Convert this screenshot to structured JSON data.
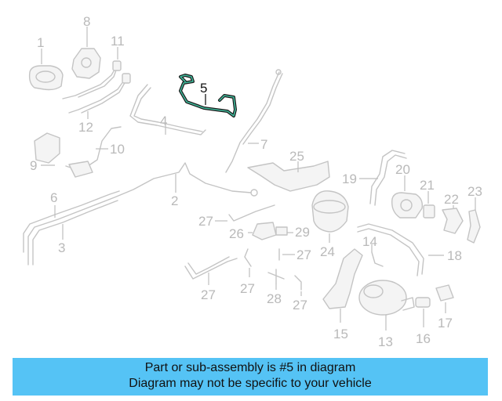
{
  "diagram": {
    "highlighted_part": "5",
    "labels": {
      "l1": "1",
      "l2": "2",
      "l3": "3",
      "l4": "4",
      "l5": "5",
      "l6": "6",
      "l7": "7",
      "l8": "8",
      "l9": "9",
      "l10": "10",
      "l11": "11",
      "l12": "12",
      "l13": "13",
      "l14": "14",
      "l15": "15",
      "l16": "16",
      "l17": "17",
      "l18": "18",
      "l19": "19",
      "l20": "20",
      "l21": "21",
      "l22": "22",
      "l23": "23",
      "l24": "24",
      "l25": "25",
      "l26": "26",
      "l27a": "27",
      "l27b": "27",
      "l27c": "27",
      "l27d": "27",
      "l27e": "27",
      "l28": "28",
      "l29": "29"
    },
    "colors": {
      "highlight_stroke": "#1a1a1a",
      "highlight_accent": "#3fb89a",
      "ghost": "#c4c4c4"
    }
  },
  "caption": {
    "line1": "Part or sub-assembly is #5 in diagram",
    "line2": "Diagram may not be specific to your vehicle",
    "background": "#55c3f5"
  }
}
